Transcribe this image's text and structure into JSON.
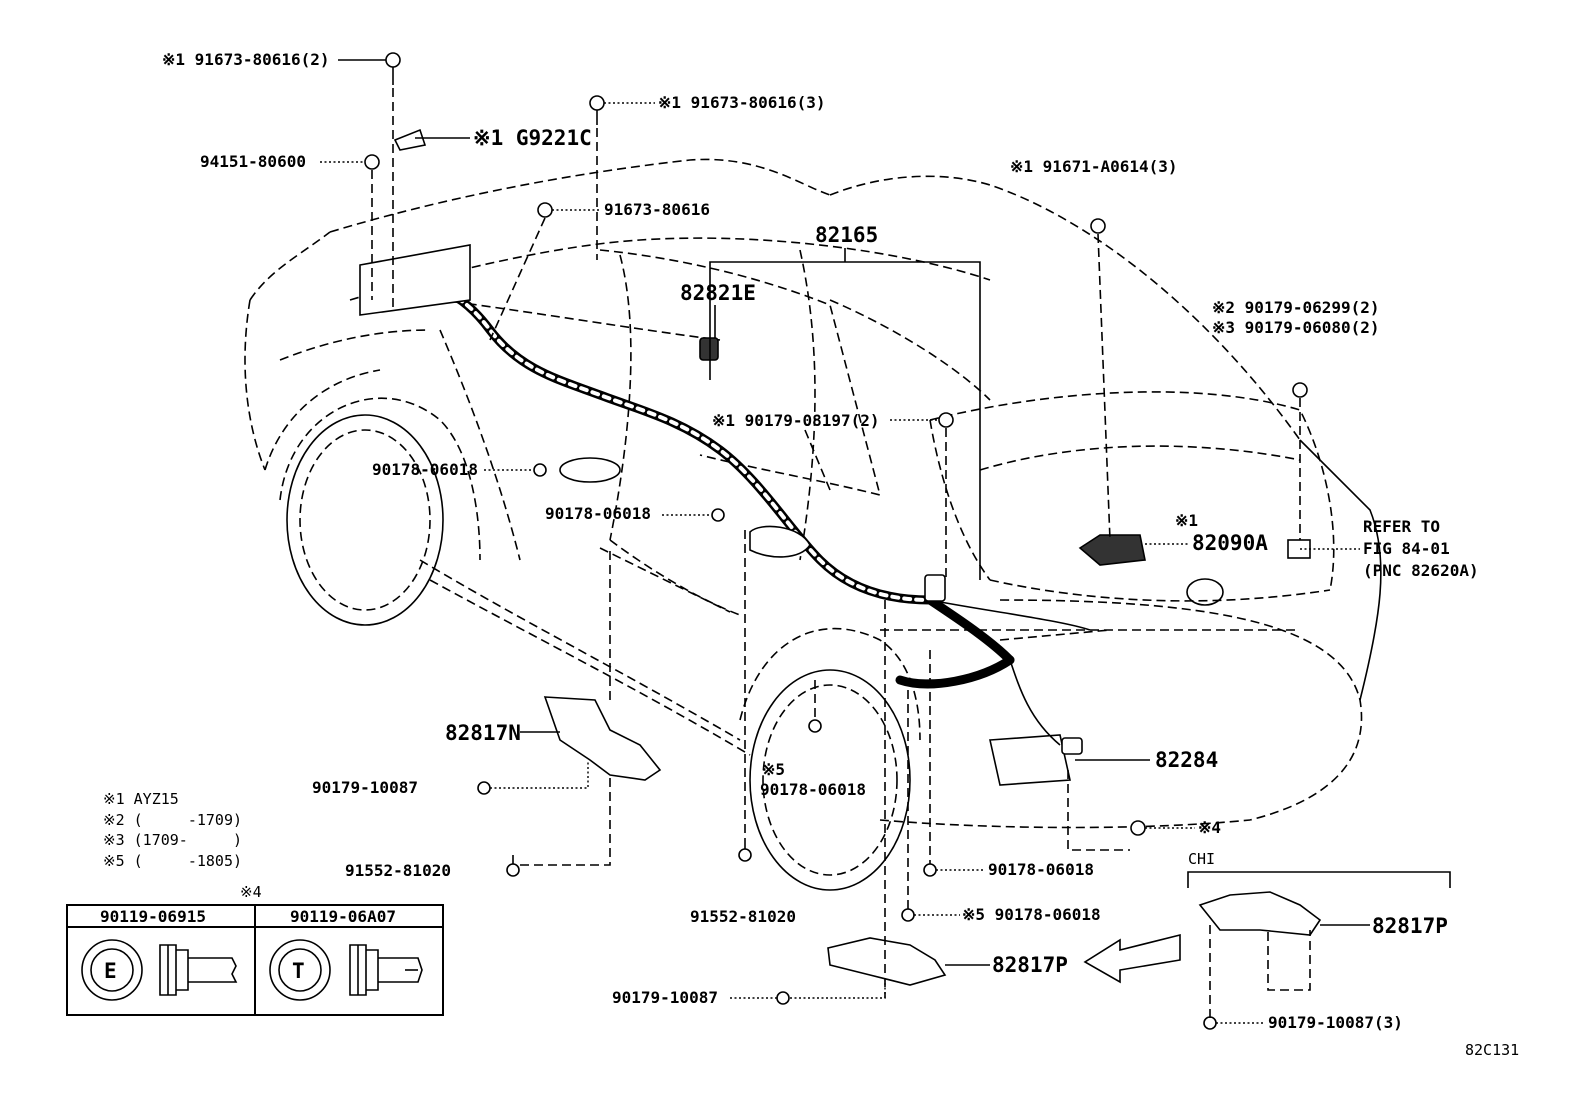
{
  "diagram_code": "82C131",
  "callouts": {
    "bolt_top_left": "※1 91673-80616(2)",
    "bolt_top_mid": "※1 91673-80616(3)",
    "bracket_g9221c": "※1 G9221C",
    "nut_94151": "94151-80600",
    "bolt_91673": "91673-80616",
    "bolt_a0614": "※1 91671-A0614(3)",
    "harness_82165": "82165",
    "harness_82821e": "82821E",
    "clip_2": "※2 90179-06299(2)",
    "clip_3": "※3 90179-06080(2)",
    "nut_08197": "※1 90179-08197(2)",
    "clip_90178_a": "90178-06018",
    "clip_90178_b": "90178-06018",
    "note_1": "※1",
    "harness_82090a": "82090A",
    "refer_1": "REFER TO",
    "refer_2": "FIG 84-01",
    "refer_3": "(PNC 82620A)",
    "cover_82817n": "82817N",
    "note_5a": "※5",
    "clip_90178_c": "90178-06018",
    "harness_82284": "82284",
    "nut_10087_a": "90179-10087",
    "note_4": "※4",
    "bolt_81020_a": "91552-81020",
    "clip_90178_d": "90178-06018",
    "bolt_81020_b": "91552-81020",
    "clip_90178_e": "※5 90178-06018",
    "cover_82817p_a": "82817P",
    "nut_10087_b": "90179-10087",
    "chi": "CHI",
    "cover_82817p_b": "82817P",
    "nut_10087_c": "90179-10087(3)"
  },
  "legend": {
    "l1": "※1 AYZ15",
    "l2": "※2 (     -1709)",
    "l3": "※3 (1709-     )",
    "l4": "※5 (     -1805)"
  },
  "table": {
    "note": "※4",
    "col1": "90119-06915",
    "col2": "90119-06A07",
    "sym1": "E",
    "sym2": "T"
  }
}
